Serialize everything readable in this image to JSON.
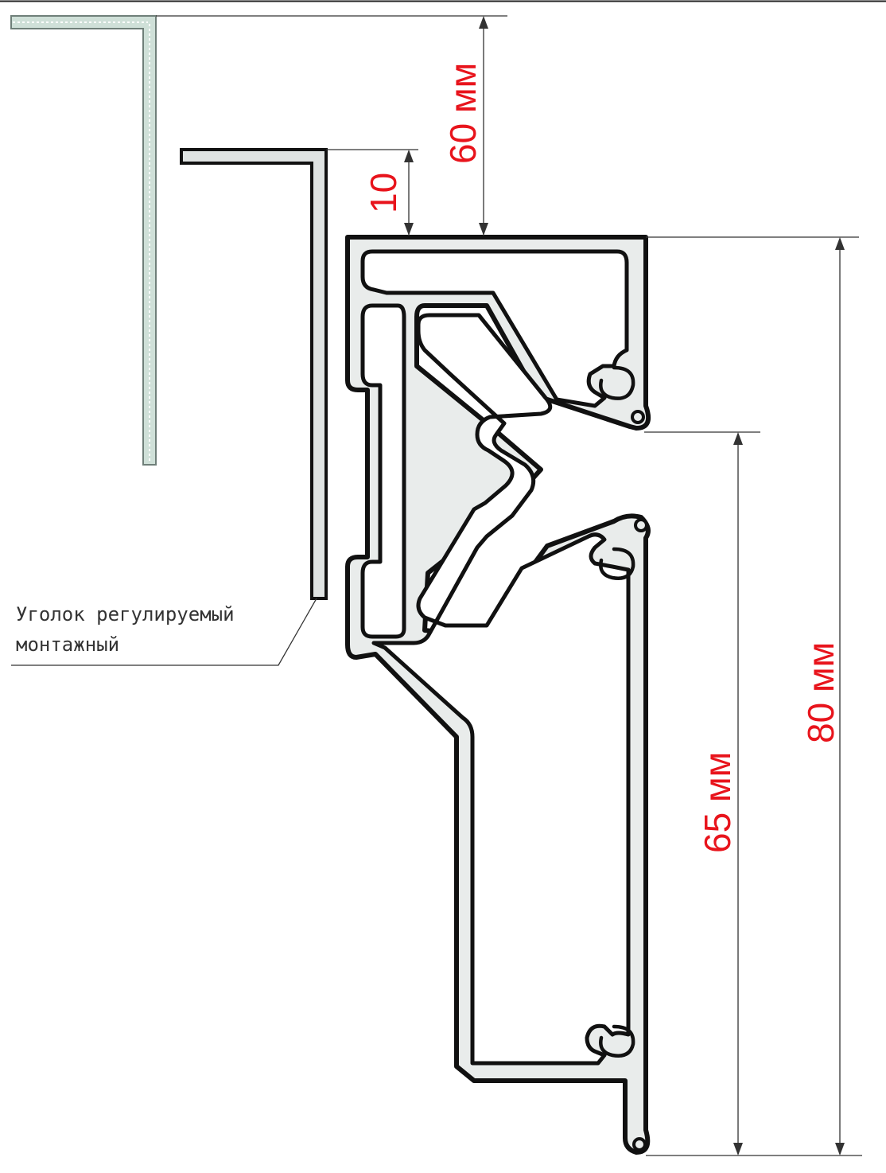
{
  "dimensions": {
    "d60": "60 мм",
    "d10": "10",
    "d80": "80 мм",
    "d65": "65 мм"
  },
  "note": {
    "line1": "Уголок регулируемый",
    "line2": "монтажный"
  },
  "colors": {
    "dimension_text": "#e8141c",
    "leader_lines": "#333333",
    "profile_fill": "#e9eceb",
    "ceiling_angle_fill": "#cfe0d8"
  }
}
